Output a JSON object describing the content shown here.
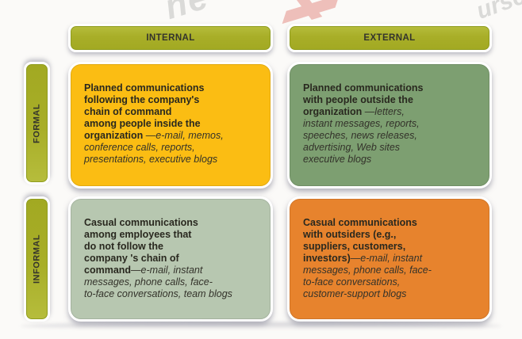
{
  "watermark": {
    "fragment_center": "ne",
    "fragment_right": "urse",
    "red_mark_color": "#d23a2e"
  },
  "colors": {
    "header_olive": "#a8ae28",
    "formal_internal_bg": "#fbbd13",
    "formal_external_bg": "#7d9f71",
    "informal_internal_bg": "#b7c7b0",
    "informal_external_bg": "#e7832d",
    "text_dark": "#29281f",
    "canvas_bg": "#fbfaf8"
  },
  "matrix": {
    "column_headers": [
      {
        "id": "internal",
        "label": "INTERNAL"
      },
      {
        "id": "external",
        "label": "EXTERNAL"
      }
    ],
    "row_headers": [
      {
        "id": "formal",
        "label": "FORMAL"
      },
      {
        "id": "informal",
        "label": "INFORMAL"
      }
    ],
    "quadrants": [
      {
        "id": "formal-internal",
        "row": "FORMAL",
        "column": "INTERNAL",
        "bg": "#fbbd13",
        "bold_text": "Planned communications\nfollowing the company's\nchain of command\namong people inside the\norganization",
        "italic_text": " —e-mail, memos,\nconference calls, reports,\npresentations, executive blogs"
      },
      {
        "id": "formal-external",
        "row": "FORMAL",
        "column": "EXTERNAL",
        "bg": "#7d9f71",
        "bold_text": "Planned communications\nwith people outside the\norganization",
        "italic_text": " —letters,\ninstant messages, reports,\nspeeches, news releases,\nadvertising, Web sites\nexecutive blogs"
      },
      {
        "id": "informal-internal",
        "row": "INFORMAL",
        "column": "INTERNAL",
        "bg": "#b7c7b0",
        "bold_text": "Casual communications\namong employees that\ndo not follow the\ncompany 's chain of\ncommand",
        "italic_text": "—e-mail, instant\nmessages, phone calls, face-\nto-face conversations, team blogs"
      },
      {
        "id": "informal-external",
        "row": "INFORMAL",
        "column": "EXTERNAL",
        "bg": "#e7832d",
        "bold_text": "Casual communications\nwith outsiders (e.g.,\nsuppliers, customers,\ninvestors)",
        "italic_text": "—e-mail, instant\nmessages, phone calls, face-\nto-face conversations,\ncustomer-support blogs"
      }
    ]
  }
}
